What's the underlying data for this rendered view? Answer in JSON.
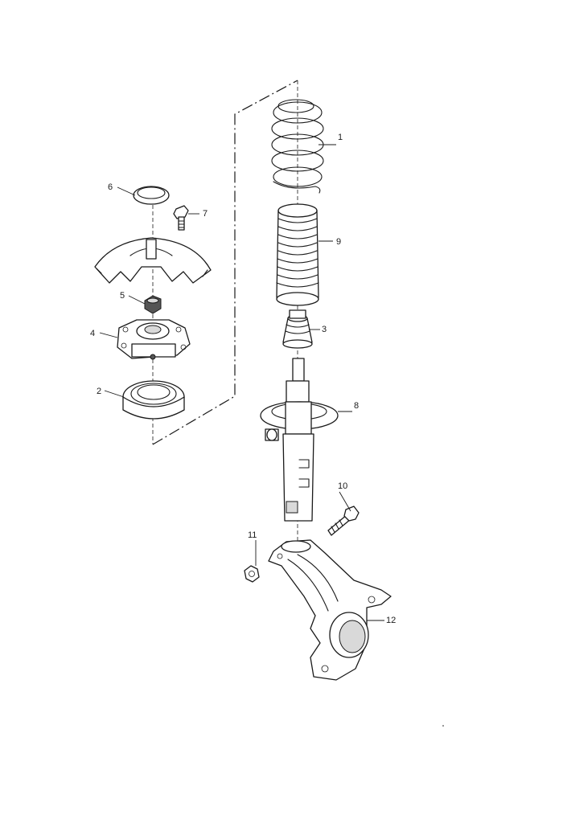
{
  "callouts": [
    {
      "id": "1",
      "part": "coil-spring"
    },
    {
      "id": "2",
      "part": "strut-bearing"
    },
    {
      "id": "3",
      "part": "bump-stop"
    },
    {
      "id": "4",
      "part": "strut-mount"
    },
    {
      "id": "5",
      "part": "piston-rod-nut"
    },
    {
      "id": "6",
      "part": "protective-cap"
    },
    {
      "id": "7",
      "part": "bolt"
    },
    {
      "id": "8",
      "part": "shock-absorber"
    },
    {
      "id": "9",
      "part": "protective-boot"
    },
    {
      "id": "10",
      "part": "clamp-bolt"
    },
    {
      "id": "11",
      "part": "nut"
    },
    {
      "id": "12",
      "part": "steering-knuckle"
    }
  ]
}
